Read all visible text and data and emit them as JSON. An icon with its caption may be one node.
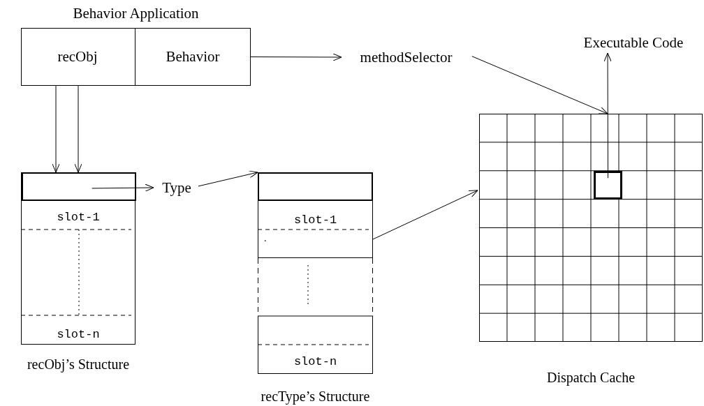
{
  "diagram": {
    "nodes": [
      {
        "text": [
          "Behavior Application"
        ]
      },
      {
        "text": [
          "recObj"
        ],
        "in": 0
      },
      {
        "text": [
          "Behavior"
        ],
        "in": 0
      },
      {
        "text": [
          "methodSelector"
        ]
      },
      {
        "text": [
          "Executable Code"
        ]
      },
      {
        "text": [
          "slot-1",
          "slot-n"
        ],
        "beside": [
          "recObj’s Structure"
        ]
      },
      {
        "text": [],
        "shape": "box",
        "in": 5
      },
      {
        "text": [
          "Type"
        ]
      },
      {
        "text": [
          "slot-1",
          "slot-n"
        ],
        "beside": [
          "recType’s Structure"
        ]
      },
      {
        "text": [],
        "shape": "box"
      },
      {
        "text": [
          "."
        ],
        "in": 8
      },
      {
        "text": [],
        "shape": "box",
        "beside": [
          "Dispatch Cache"
        ]
      },
      {
        "text": [],
        "shape": "box",
        "in": 11
      }
    ],
    "edges": [
      {
        "from": 1,
        "to": 6,
        "arrow": "to"
      },
      {
        "from": 1,
        "to": 6,
        "arrow": "to"
      },
      {
        "from": 2,
        "to": 3,
        "arrow": "to"
      },
      {
        "from": 6,
        "to": 7,
        "arrow": "to"
      },
      {
        "from": 7,
        "to": 9,
        "arrow": "to"
      },
      {
        "from": 10,
        "to": 11,
        "arrow": "to"
      },
      {
        "from": 3,
        "to": 11,
        "arrow": "to"
      },
      {
        "from": 12,
        "to": 4,
        "arrow": "to"
      }
    ]
  }
}
